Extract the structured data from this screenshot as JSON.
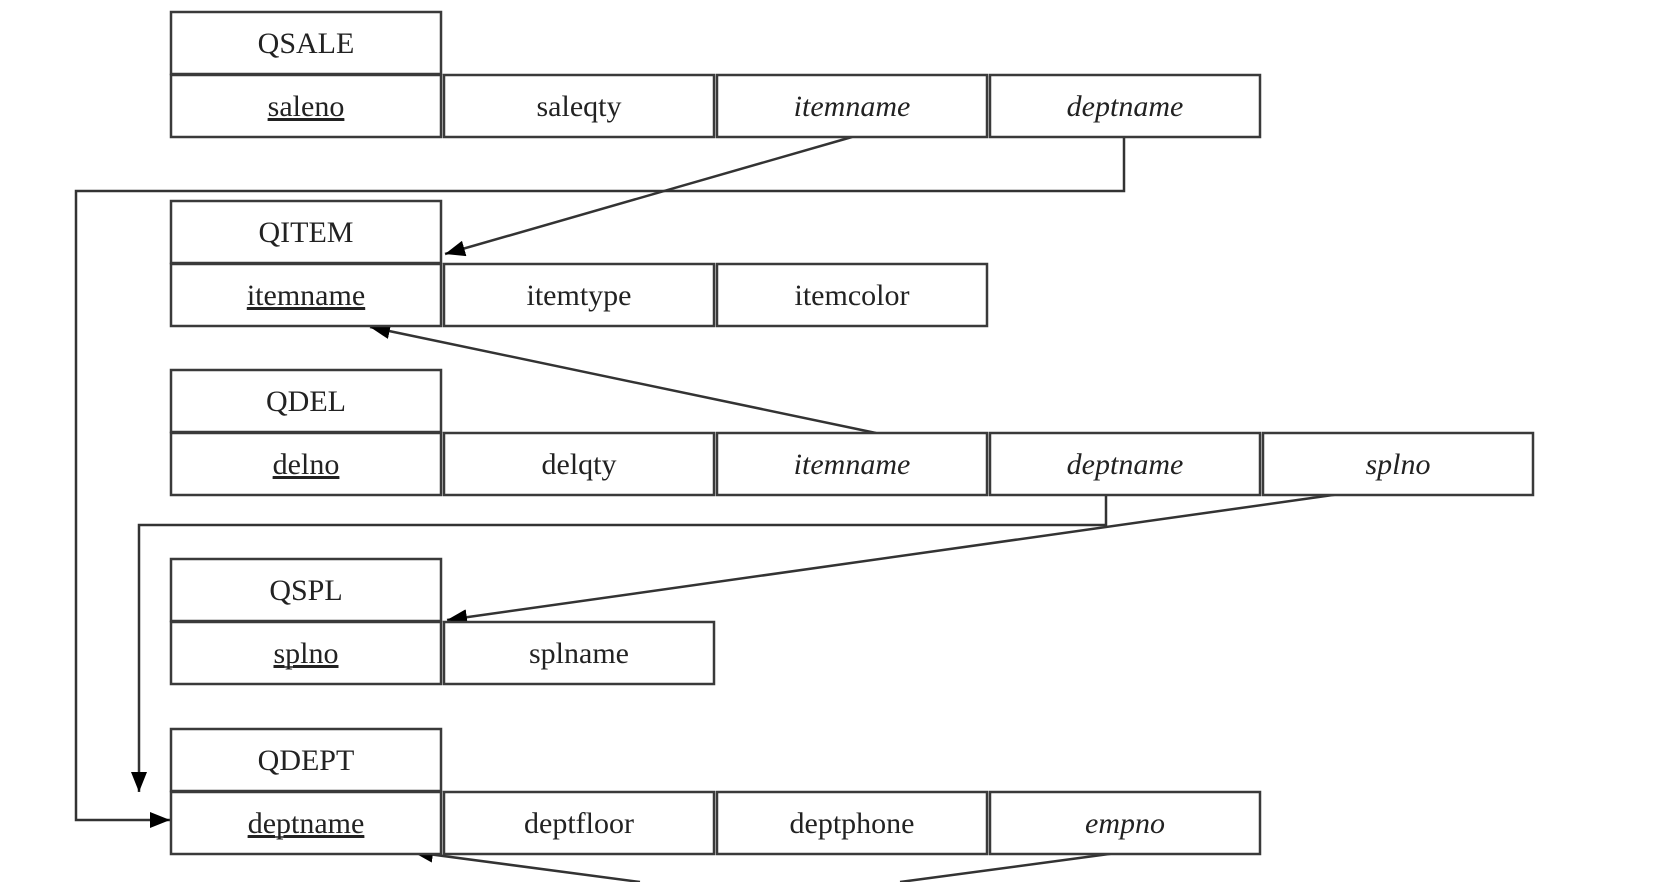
{
  "tables": [
    {
      "name": "QSALE",
      "columns": [
        {
          "label": "saleno",
          "key": true,
          "fk": false
        },
        {
          "label": "saleqty",
          "key": false,
          "fk": false
        },
        {
          "label": "itemname",
          "key": false,
          "fk": true
        },
        {
          "label": "deptname",
          "key": false,
          "fk": true
        }
      ]
    },
    {
      "name": "QITEM",
      "columns": [
        {
          "label": "itemname",
          "key": true,
          "fk": false
        },
        {
          "label": "itemtype",
          "key": false,
          "fk": false
        },
        {
          "label": "itemcolor",
          "key": false,
          "fk": false
        }
      ]
    },
    {
      "name": "QDEL",
      "columns": [
        {
          "label": "delno",
          "key": true,
          "fk": false
        },
        {
          "label": "delqty",
          "key": false,
          "fk": false
        },
        {
          "label": "itemname",
          "key": false,
          "fk": true
        },
        {
          "label": "deptname",
          "key": false,
          "fk": true
        },
        {
          "label": "splno",
          "key": false,
          "fk": true
        }
      ]
    },
    {
      "name": "QSPL",
      "columns": [
        {
          "label": "splno",
          "key": true,
          "fk": false
        },
        {
          "label": "splname",
          "key": false,
          "fk": false
        }
      ]
    },
    {
      "name": "QDEPT",
      "columns": [
        {
          "label": "deptname",
          "key": true,
          "fk": false
        },
        {
          "label": "deptfloor",
          "key": false,
          "fk": false
        },
        {
          "label": "deptphone",
          "key": false,
          "fk": false
        },
        {
          "label": "empno",
          "key": false,
          "fk": true
        }
      ]
    }
  ],
  "relationships": [
    {
      "from": "QSALE.itemname",
      "to": "QITEM.itemname"
    },
    {
      "from": "QSALE.deptname",
      "to": "QDEPT.deptname"
    },
    {
      "from": "QDEL.itemname",
      "to": "QITEM.itemname"
    },
    {
      "from": "QDEL.deptname",
      "to": "QDEPT.deptname"
    },
    {
      "from": "QDEL.splno",
      "to": "QSPL.splno"
    },
    {
      "from": "QDEPT.empno",
      "to": "QDEPT.deptname"
    }
  ],
  "colors": {
    "stroke": "#3a3a3a",
    "text": "#222222",
    "arrowhead": "#000000",
    "background": "#ffffff"
  }
}
